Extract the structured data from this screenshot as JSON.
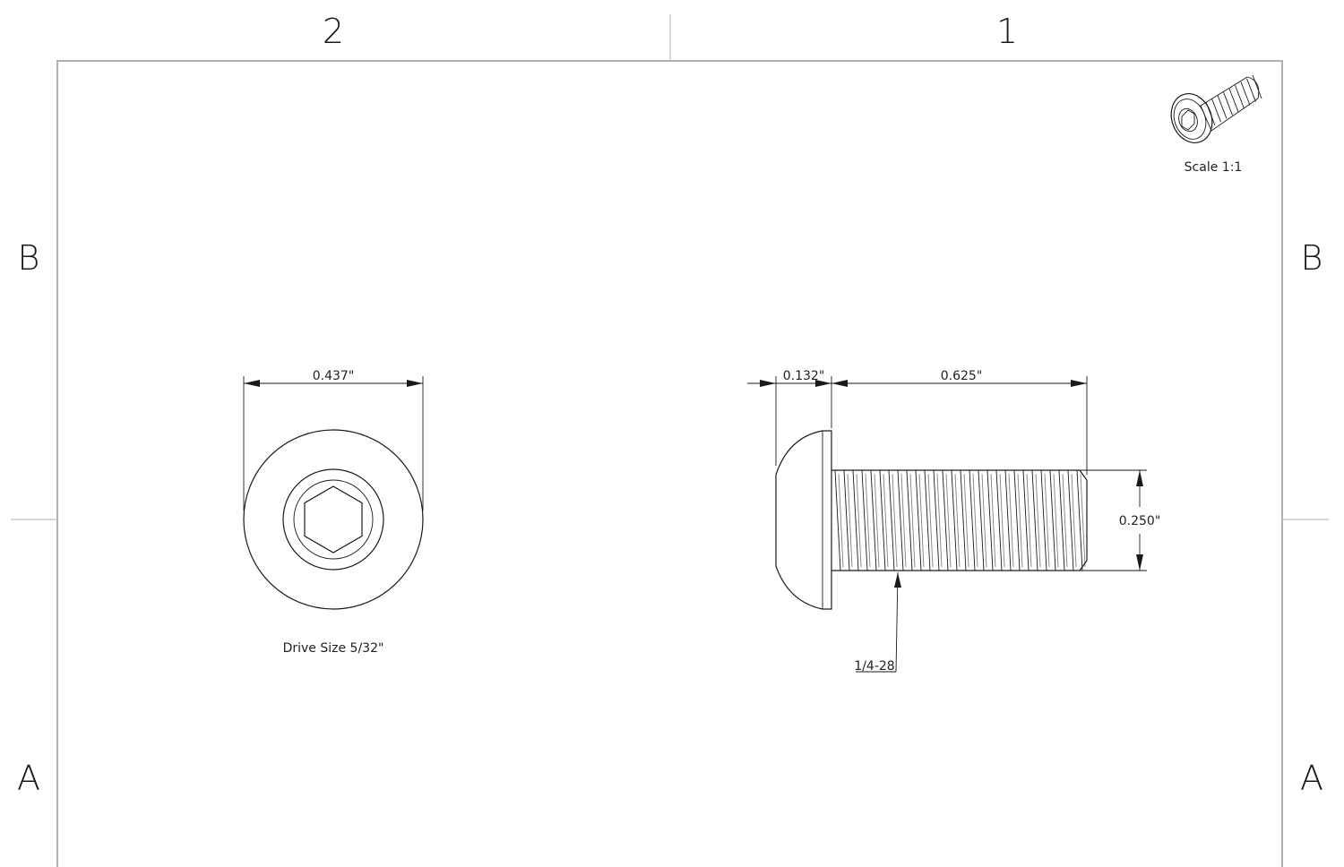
{
  "zones": {
    "top_left": "2",
    "top_right": "1",
    "left_upper": "B",
    "right_upper": "B",
    "left_lower": "A",
    "right_lower": "A"
  },
  "end_view": {
    "head_diameter": "0.437\"",
    "drive_note": "Drive Size 5/32\""
  },
  "side_view": {
    "head_height": "0.132\"",
    "length": "0.625\"",
    "thread_diameter": "0.250\"",
    "thread_callout": "1/4-28"
  },
  "iso_view": {
    "scale": "Scale 1:1"
  },
  "colors": {
    "line": "#1a1a1a",
    "frame": "#b0b0b0",
    "background": "#ffffff"
  }
}
